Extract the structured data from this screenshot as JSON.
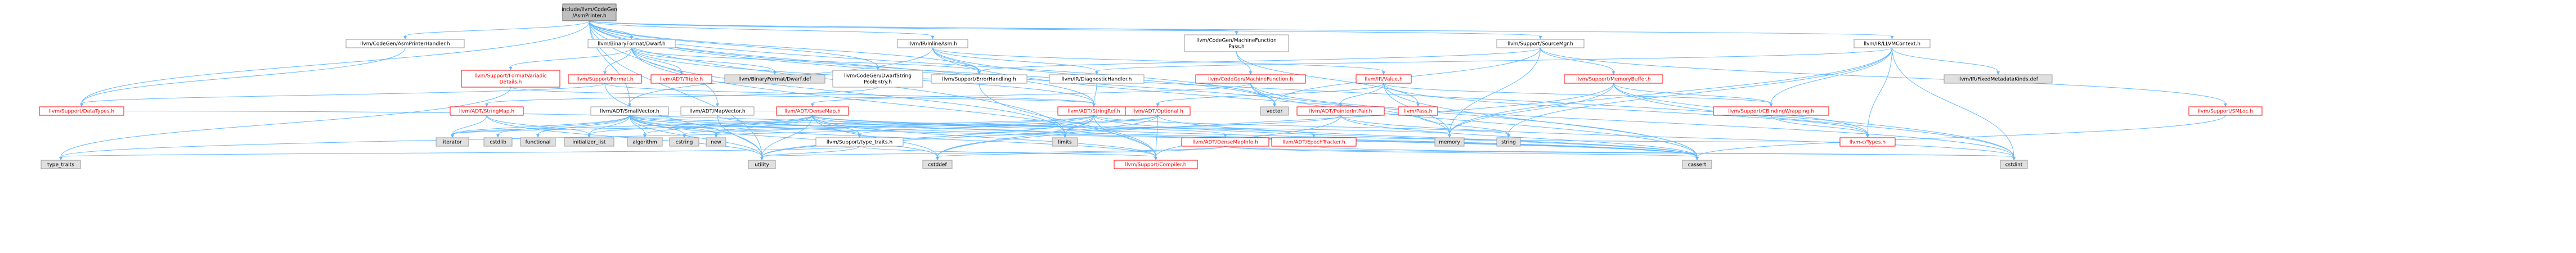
{
  "diagram": {
    "nodes": [
      {
        "id": "root",
        "label": "include/llvm/CodeGen\n/AsmPrinter.h",
        "style": "root"
      },
      {
        "id": "aph",
        "label": "llvm/CodeGen/AsmPrinterHandler.h",
        "style": "doc"
      },
      {
        "id": "dwarf",
        "label": "llvm/BinaryFormat/Dwarf.h",
        "style": "doc"
      },
      {
        "id": "inlineasm",
        "label": "llvm/IR/InlineAsm.h",
        "style": "doc"
      },
      {
        "id": "mfp",
        "label": "llvm/CodeGen/MachineFunction\nPass.h",
        "style": "doc"
      },
      {
        "id": "srcmgr",
        "label": "llvm/Support/SourceMgr.h",
        "style": "doc"
      },
      {
        "id": "llvmctx",
        "label": "llvm/IR/LLVMContext.h",
        "style": "doc"
      },
      {
        "id": "fmtvar",
        "label": "llvm/Support/FormatVariadic\nDetails.h",
        "style": "red"
      },
      {
        "id": "fmt",
        "label": "llvm/Support/Format.h",
        "style": "red"
      },
      {
        "id": "triple",
        "label": "llvm/ADT/Triple.h",
        "style": "red"
      },
      {
        "id": "dwarfdef",
        "label": "llvm/BinaryFormat/Dwarf.def",
        "style": "ext"
      },
      {
        "id": "dwstrpool",
        "label": "llvm/CodeGen/DwarfString\nPoolEntry.h",
        "style": "doc"
      },
      {
        "id": "errh",
        "label": "llvm/Support/ErrorHandling.h",
        "style": "doc"
      },
      {
        "id": "diaghandler",
        "label": "llvm/IR/DiagnosticHandler.h",
        "style": "doc"
      },
      {
        "id": "mfunc",
        "label": "llvm/CodeGen/MachineFunction.h",
        "style": "red"
      },
      {
        "id": "value",
        "label": "llvm/IR/Value.h",
        "style": "red"
      },
      {
        "id": "membuf",
        "label": "llvm/Support/MemoryBuffer.h",
        "style": "red"
      },
      {
        "id": "fixedmd",
        "label": "llvm/IR/FixedMetadataKinds.def",
        "style": "ext"
      },
      {
        "id": "datatypes",
        "label": "llvm/Support/DataTypes.h",
        "style": "red"
      },
      {
        "id": "mapvector",
        "label": "llvm/ADT/MapVector.h",
        "style": "doc"
      },
      {
        "id": "vector",
        "label": "vector",
        "style": "ext"
      },
      {
        "id": "stringmap",
        "label": "llvm/ADT/StringMap.h",
        "style": "red"
      },
      {
        "id": "smallvec",
        "label": "llvm/ADT/SmallVector.h",
        "style": "doc"
      },
      {
        "id": "densemap",
        "label": "llvm/ADT/DenseMap.h",
        "style": "red"
      },
      {
        "id": "stringref",
        "label": "llvm/ADT/StringRef.h",
        "style": "red"
      },
      {
        "id": "ptrint",
        "label": "llvm/ADT/PointerIntPair.h",
        "style": "red"
      },
      {
        "id": "optional",
        "label": "llvm/ADT/Optional.h",
        "style": "red"
      },
      {
        "id": "pass",
        "label": "llvm/Pass.h",
        "style": "red"
      },
      {
        "id": "cbinding",
        "label": "llvm/Support/CBindingWrapping.h",
        "style": "red"
      },
      {
        "id": "smloc",
        "label": "llvm/Support/SMLoc.h",
        "style": "red"
      },
      {
        "id": "iterator",
        "label": "iterator",
        "style": "ext"
      },
      {
        "id": "cstdlib",
        "label": "cstdlib",
        "style": "ext"
      },
      {
        "id": "functional",
        "label": "functional",
        "style": "ext"
      },
      {
        "id": "initlist",
        "label": "initializer_list",
        "style": "ext"
      },
      {
        "id": "algorithm",
        "label": "algorithm",
        "style": "ext"
      },
      {
        "id": "cstring",
        "label": "cstring",
        "style": "ext"
      },
      {
        "id": "new",
        "label": "new",
        "style": "ext"
      },
      {
        "id": "limits",
        "label": "limits",
        "style": "ext"
      },
      {
        "id": "typetraitsh",
        "label": "llvm/Support/type_traits.h",
        "style": "doc"
      },
      {
        "id": "densemapinfo",
        "label": "llvm/ADT/DenseMapInfo.h",
        "style": "red"
      },
      {
        "id": "epoch",
        "label": "llvm/ADT/EpochTracker.h",
        "style": "red"
      },
      {
        "id": "memory",
        "label": "memory",
        "style": "ext"
      },
      {
        "id": "string",
        "label": "string",
        "style": "ext"
      },
      {
        "id": "ctypes",
        "label": "llvm-c/Types.h",
        "style": "red"
      },
      {
        "id": "typetraits",
        "label": "type_traits",
        "style": "ext"
      },
      {
        "id": "utility",
        "label": "utility",
        "style": "ext"
      },
      {
        "id": "cstddef",
        "label": "cstddef",
        "style": "ext"
      },
      {
        "id": "compiler",
        "label": "llvm/Support/Compiler.h",
        "style": "red"
      },
      {
        "id": "cassert",
        "label": "cassert",
        "style": "ext"
      },
      {
        "id": "cstdint",
        "label": "cstdint",
        "style": "ext"
      }
    ],
    "edges": [
      [
        "root",
        "aph"
      ],
      [
        "root",
        "dwarf"
      ],
      [
        "root",
        "inlineasm"
      ],
      [
        "root",
        "mfp"
      ],
      [
        "root",
        "srcmgr"
      ],
      [
        "root",
        "llvmctx"
      ],
      [
        "root",
        "datatypes"
      ],
      [
        "root",
        "mapvector"
      ],
      [
        "root",
        "dwstrpool"
      ],
      [
        "root",
        "errh"
      ],
      [
        "root",
        "stringref"
      ],
      [
        "root",
        "smallvec"
      ],
      [
        "root",
        "memory"
      ],
      [
        "root",
        "utility"
      ],
      [
        "root",
        "vector"
      ],
      [
        "root",
        "cstdint"
      ],
      [
        "root",
        "limits"
      ],
      [
        "aph",
        "datatypes"
      ],
      [
        "dwarf",
        "fmtvar"
      ],
      [
        "dwarf",
        "fmt"
      ],
      [
        "dwarf",
        "triple"
      ],
      [
        "dwarf",
        "dwarfdef"
      ],
      [
        "dwarf",
        "errh"
      ],
      [
        "dwarf",
        "stringref"
      ],
      [
        "dwarf",
        "compiler"
      ],
      [
        "dwarf",
        "limits"
      ],
      [
        "inlineasm",
        "diaghandler"
      ],
      [
        "inlineasm",
        "value"
      ],
      [
        "inlineasm",
        "errh"
      ],
      [
        "inlineasm",
        "smallvec"
      ],
      [
        "inlineasm",
        "vector"
      ],
      [
        "inlineasm",
        "cassert"
      ],
      [
        "mfp",
        "mfunc"
      ],
      [
        "mfp",
        "pass"
      ],
      [
        "srcmgr",
        "membuf"
      ],
      [
        "srcmgr",
        "smloc"
      ],
      [
        "srcmgr",
        "errh"
      ],
      [
        "srcmgr",
        "vector"
      ],
      [
        "srcmgr",
        "memory"
      ],
      [
        "llvmctx",
        "cbinding"
      ],
      [
        "llvmctx",
        "fixedmd"
      ],
      [
        "llvmctx",
        "diaghandler"
      ],
      [
        "llvmctx",
        "ctypes"
      ],
      [
        "llvmctx",
        "memory"
      ],
      [
        "llvmctx",
        "string"
      ],
      [
        "llvmctx",
        "cstdint"
      ],
      [
        "fmt",
        "datatypes"
      ],
      [
        "fmt",
        "stringref"
      ],
      [
        "fmt",
        "utility"
      ],
      [
        "fmtvar",
        "stringref"
      ],
      [
        "fmtvar",
        "type_traits"
      ],
      [
        "mapvector",
        "densemap"
      ],
      [
        "mapvector",
        "smallvec"
      ],
      [
        "mapvector",
        "vector"
      ],
      [
        "mapvector",
        "utility"
      ],
      [
        "mapvector",
        "cassert"
      ],
      [
        "dwstrpool",
        "stringmap"
      ],
      [
        "dwstrpool",
        "errh"
      ],
      [
        "errh",
        "compiler"
      ],
      [
        "diaghandler",
        "stringref"
      ],
      [
        "mfunc",
        "densemap"
      ],
      [
        "mfunc",
        "value"
      ],
      [
        "mfunc",
        "cassert"
      ],
      [
        "mfunc",
        "vector"
      ],
      [
        "mfunc",
        "cstdint"
      ],
      [
        "value",
        "ptrint"
      ],
      [
        "value",
        "cbinding"
      ],
      [
        "value",
        "ctypes"
      ],
      [
        "value",
        "cassert"
      ],
      [
        "value",
        "memory"
      ],
      [
        "value",
        "optional"
      ],
      [
        "membuf",
        "cbinding"
      ],
      [
        "membuf",
        "ctypes"
      ],
      [
        "membuf",
        "memory"
      ],
      [
        "membuf",
        "cstddef"
      ],
      [
        "membuf",
        "cstdint"
      ],
      [
        "smloc",
        "cassert"
      ],
      [
        "stringmap",
        "iterator"
      ],
      [
        "stringmap",
        "initlist"
      ],
      [
        "stringmap",
        "utility"
      ],
      [
        "smallvec",
        "iterator"
      ],
      [
        "smallvec",
        "cstdlib"
      ],
      [
        "smallvec",
        "functional"
      ],
      [
        "smallvec",
        "initlist"
      ],
      [
        "smallvec",
        "algorithm"
      ],
      [
        "smallvec",
        "cstring"
      ],
      [
        "smallvec",
        "new"
      ],
      [
        "smallvec",
        "limits"
      ],
      [
        "smallvec",
        "typetraitsh"
      ],
      [
        "smallvec",
        "compiler"
      ],
      [
        "smallvec",
        "cassert"
      ],
      [
        "smallvec",
        "cstddef"
      ],
      [
        "smallvec",
        "utility"
      ],
      [
        "smallvec",
        "memory"
      ],
      [
        "densemap",
        "densemapinfo"
      ],
      [
        "densemap",
        "epoch"
      ],
      [
        "densemap",
        "iterator"
      ],
      [
        "densemap",
        "initlist"
      ],
      [
        "densemap",
        "algorithm"
      ],
      [
        "densemap",
        "new"
      ],
      [
        "densemap",
        "typetraitsh"
      ],
      [
        "densemap",
        "compiler"
      ],
      [
        "densemap",
        "cassert"
      ],
      [
        "densemap",
        "cstddef"
      ],
      [
        "densemap",
        "utility"
      ],
      [
        "stringref",
        "iterator"
      ],
      [
        "stringref",
        "limits"
      ],
      [
        "stringref",
        "cstring"
      ],
      [
        "stringref",
        "string"
      ],
      [
        "stringref",
        "compiler"
      ],
      [
        "stringref",
        "utility"
      ],
      [
        "stringref",
        "cassert"
      ],
      [
        "stringref",
        "cstddef"
      ],
      [
        "stringref",
        "type_traits"
      ],
      [
        "ptrint",
        "compiler"
      ],
      [
        "ptrint",
        "cassert"
      ],
      [
        "ptrint",
        "cstdint"
      ],
      [
        "ptrint",
        "limits"
      ],
      [
        "optional",
        "new"
      ],
      [
        "optional",
        "utility"
      ],
      [
        "optional",
        "cassert"
      ],
      [
        "optional",
        "compiler"
      ],
      [
        "optional",
        "typetraitsh"
      ],
      [
        "pass",
        "string"
      ],
      [
        "cbinding",
        "ctypes"
      ],
      [
        "typetraitsh",
        "utility"
      ],
      [
        "typetraitsh",
        "type_traits"
      ],
      [
        "typetraitsh",
        "compiler"
      ],
      [
        "densemapinfo",
        "cassert"
      ],
      [
        "densemapinfo",
        "cstddef"
      ],
      [
        "densemapinfo",
        "cstdint"
      ],
      [
        "densemapinfo",
        "utility"
      ],
      [
        "epoch",
        "cstdint"
      ],
      [
        "ctypes",
        "datatypes"
      ]
    ]
  }
}
